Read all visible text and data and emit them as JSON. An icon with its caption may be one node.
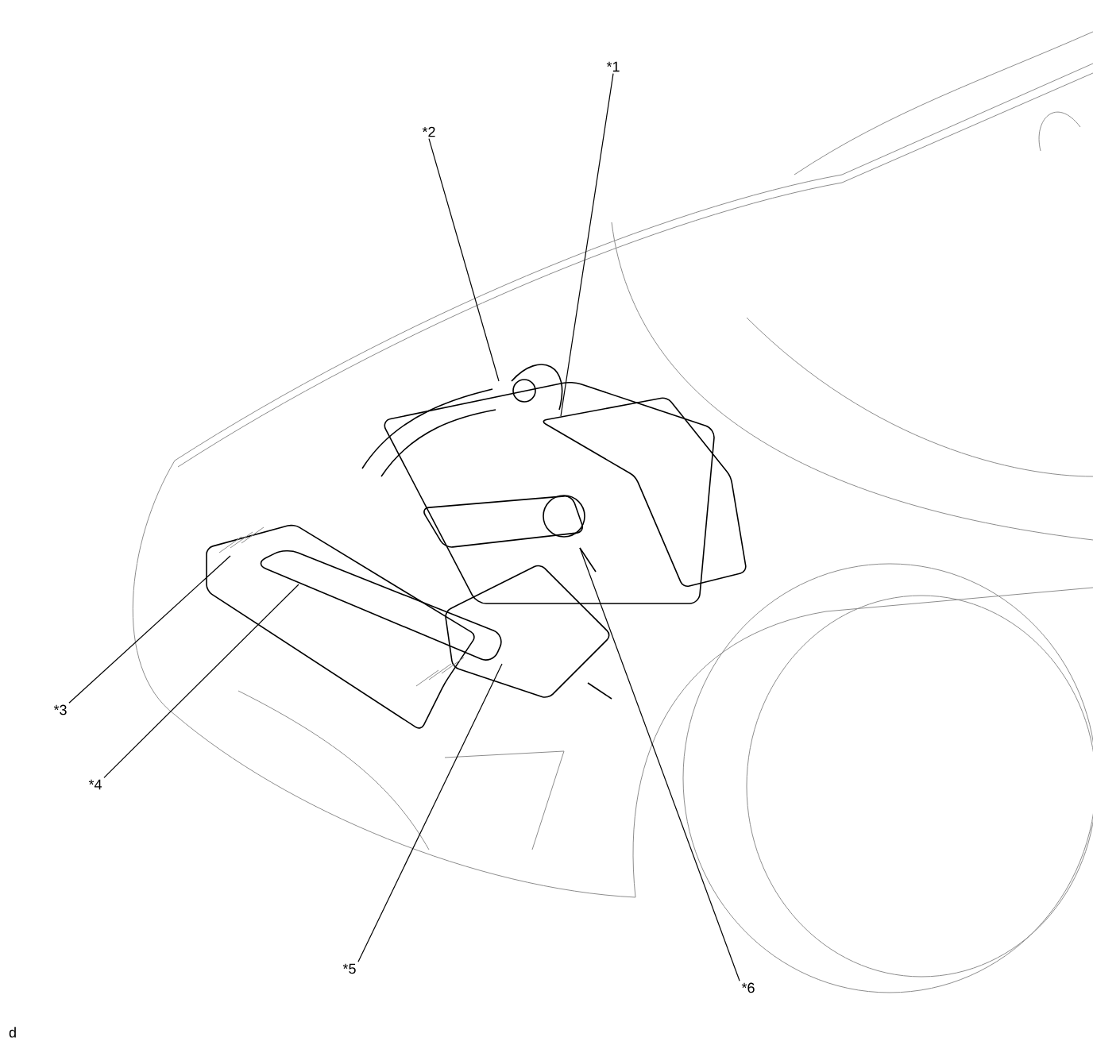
{
  "diagram": {
    "nodes": [
      {
        "text": [
          "*1"
        ]
      },
      {
        "text": [
          "*2"
        ]
      },
      {
        "text": [
          "*3"
        ]
      },
      {
        "text": [
          "*4"
        ]
      },
      {
        "text": [
          "*5"
        ]
      },
      {
        "text": [
          "*6"
        ]
      }
    ],
    "edges": [
      {
        "from": 0,
        "to": null,
        "arrow": "none"
      },
      {
        "from": 1,
        "to": null,
        "arrow": "none"
      },
      {
        "from": 2,
        "to": null,
        "arrow": "none"
      },
      {
        "from": 3,
        "to": null,
        "arrow": "none"
      },
      {
        "from": 4,
        "to": null,
        "arrow": "none"
      },
      {
        "from": 5,
        "to": null,
        "arrow": "none"
      }
    ],
    "labels": [
      "d"
    ]
  }
}
